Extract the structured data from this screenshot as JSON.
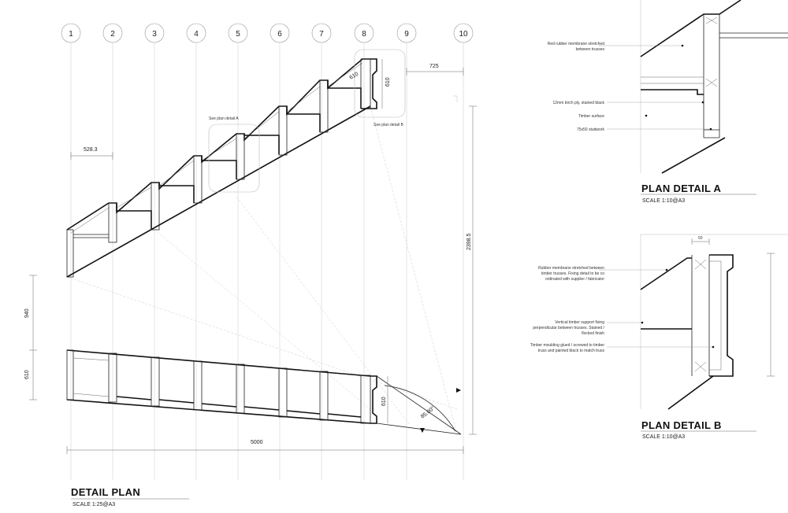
{
  "grid_ids": [
    "1",
    "2",
    "3",
    "4",
    "5",
    "6",
    "7",
    "8",
    "9",
    "10"
  ],
  "dimensions": {
    "top_spacing": "528.3",
    "end_width": "725",
    "module_depth": "610",
    "module_depth_right": "610",
    "rear_height": "2398.5",
    "left_gap": "940",
    "left_depth": "610",
    "bottom_depth": "610",
    "total_length": "5000",
    "angle": "85.00°",
    "detail_b_dim": "50"
  },
  "callouts": {
    "detail_a": "See plan detail A",
    "detail_b": "See plan detail B"
  },
  "detail_plan": {
    "title": "DETAIL PLAN",
    "scale": "SCALE 1:25@A3"
  },
  "plan_detail_a": {
    "title": "PLAN DETAIL A",
    "scale": "SCALE 1:10@A3",
    "notes": [
      [
        "Red rubber membrane stretched",
        "between trusses"
      ],
      [
        "12mm birch ply, stained black"
      ],
      [
        "Timber surface"
      ],
      [
        "75x50 studwork"
      ]
    ]
  },
  "plan_detail_b": {
    "title": "PLAN DETAIL B",
    "scale": "SCALE 1:10@A3",
    "notes": [
      [
        "Rubber membrane stretched between",
        "timber trusses. Fixing detail to be co",
        "ordinated with supplier / fabricator"
      ],
      [
        "Vertical timber support fixing",
        "perpendicular between trusses. Stained /",
        "flocked finish"
      ],
      [
        "Timber moulding glued / screwed to timber",
        "truss and painted black to match truss"
      ]
    ]
  }
}
